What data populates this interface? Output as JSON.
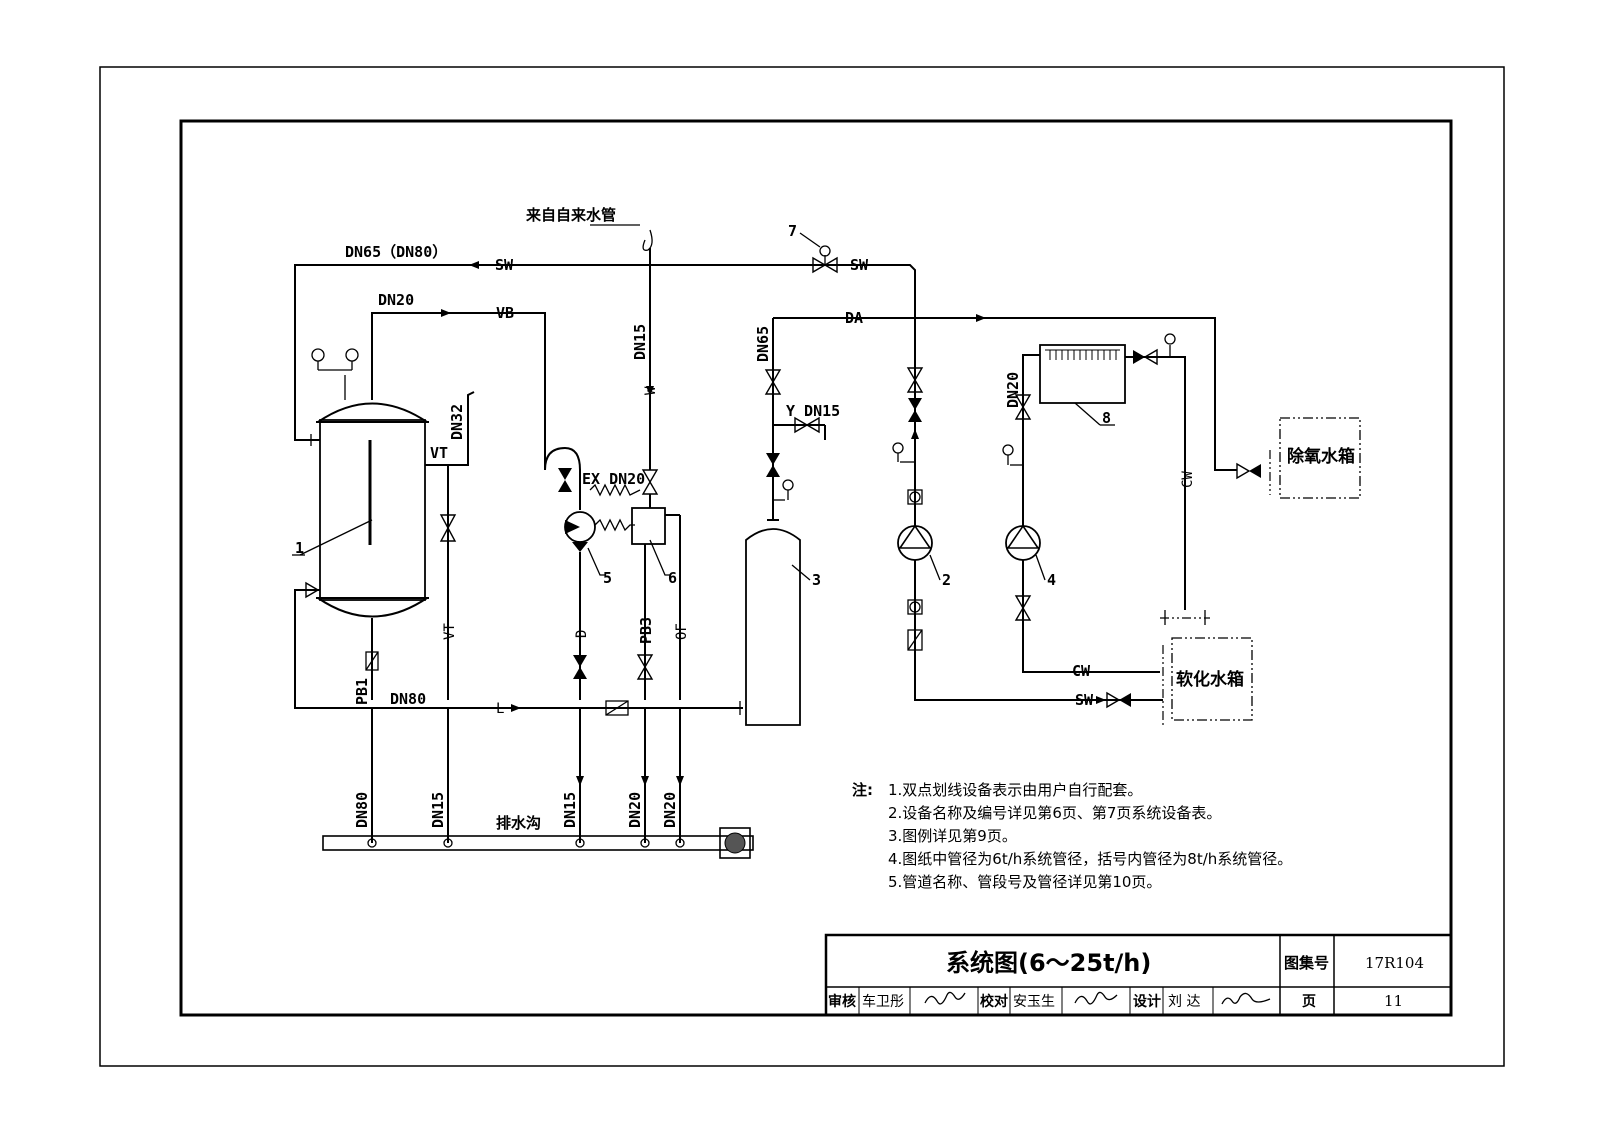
{
  "pipe_labels": {
    "sw_dn": "DN65（DN80）",
    "sw": "SW",
    "vb_dn": "DN20",
    "vb": "VB",
    "city_water": "来自自来水管",
    "w_dn": "DN15",
    "w": "W",
    "valve7": "7",
    "da_dn": "DN65",
    "da": "DA",
    "y_dn": "Y DN15",
    "dn32": "DN32",
    "vt": "VT",
    "ex_dn": "EX DN20",
    "dn20_8": "DN20",
    "cw": "CW",
    "d": "D",
    "pb3": "PB3",
    "of": "OF",
    "pb1": "PB1",
    "l_dn": "DN80",
    "l": "L",
    "cw_bottom": "CW",
    "sw_bottom": "SW",
    "drain_dn80": "DN80",
    "drain_dn15_a": "DN15",
    "drain_dn15_b": "DN15",
    "drain_dn20_a": "DN20",
    "drain_dn20_b": "DN20",
    "drain_channel": "排水沟"
  },
  "equipment": {
    "e1": "1",
    "e2": "2",
    "e3": "3",
    "e4": "4",
    "e5": "5",
    "e6": "6",
    "e8": "8",
    "deaerator_tank": "除氧水箱",
    "soft_water_tank": "软化水箱"
  },
  "notes": {
    "prefix": "注:",
    "items": [
      "1.双点划线设备表示由用户自行配套。",
      "2.设备名称及编号详见第6页、第7页系统设备表。",
      "3.图例详见第9页。",
      "4.图纸中管径为6t/h系统管径，括号内管径为8t/h系统管径。",
      "5.管道名称、管段号及管径详见第10页。"
    ]
  },
  "title_block": {
    "title": "系统图(6～25t/h)",
    "atlas_label": "图集号",
    "atlas_no": "17R104",
    "review_label": "审核",
    "review_name": "车卫彤",
    "check_label": "校对",
    "check_name": "安玉生",
    "design_label": "设计",
    "design_name": "刘 达",
    "page_label": "页",
    "page_no": "11"
  }
}
